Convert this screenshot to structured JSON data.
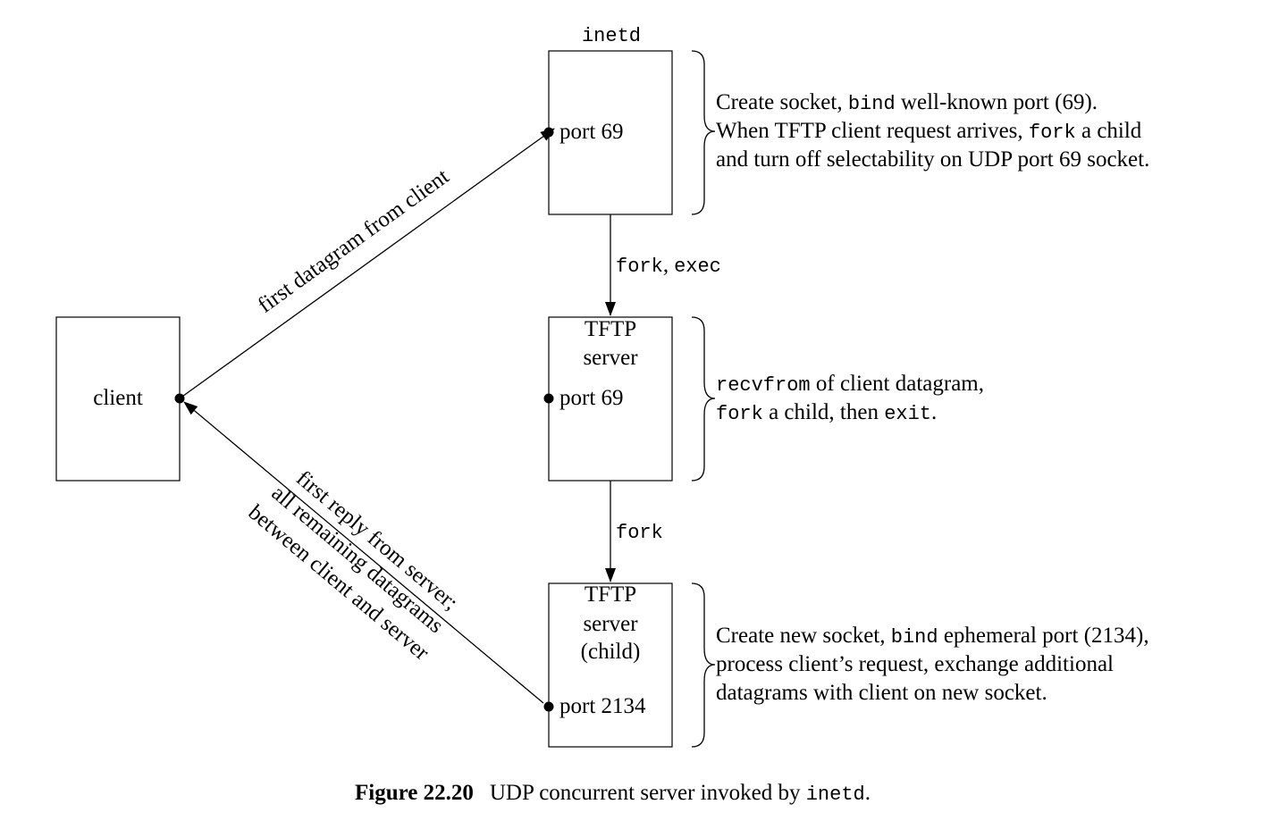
{
  "boxes": {
    "inetd_title": "inetd",
    "inetd_port": "port 69",
    "client_label": "client",
    "tftp_line1": "TFTP",
    "tftp_line2": "server",
    "tftp_port": "port 69",
    "child_line1": "TFTP",
    "child_line2": "server",
    "child_line3": "(child)",
    "child_port": "port 2134"
  },
  "arrows": {
    "fork_exec_1": "fork",
    "fork_exec_sep": ",",
    "fork_exec_2": "exec",
    "fork_only": "fork",
    "first_datagram": "first datagram from client",
    "reply_line1": "first reply from server;",
    "reply_line2": "all remaining datagrams",
    "reply_line3": "between client and server"
  },
  "notes": {
    "inetd": {
      "l1a": "Create socket, ",
      "l1b": "bind",
      "l1c": " well-known port (69).",
      "l2a": "When TFTP client request arrives, ",
      "l2b": "fork",
      "l2c": " a child",
      "l3": "and turn off selectability on UDP port 69 socket."
    },
    "tftp": {
      "l1a": "recvfrom",
      "l1b": " of client datagram,",
      "l2a": "fork",
      "l2b": " a child, then ",
      "l2c": "exit",
      "l2d": "."
    },
    "child": {
      "l1a": "Create new socket, ",
      "l1b": "bind",
      "l1c": " ephemeral port (2134),",
      "l2": "process client’s request, exchange additional",
      "l3": "datagrams with client on new socket."
    }
  },
  "caption": {
    "label": "Figure 22.20",
    "text_a": "UDP concurrent server invoked by ",
    "text_b": "inetd",
    "text_c": "."
  }
}
